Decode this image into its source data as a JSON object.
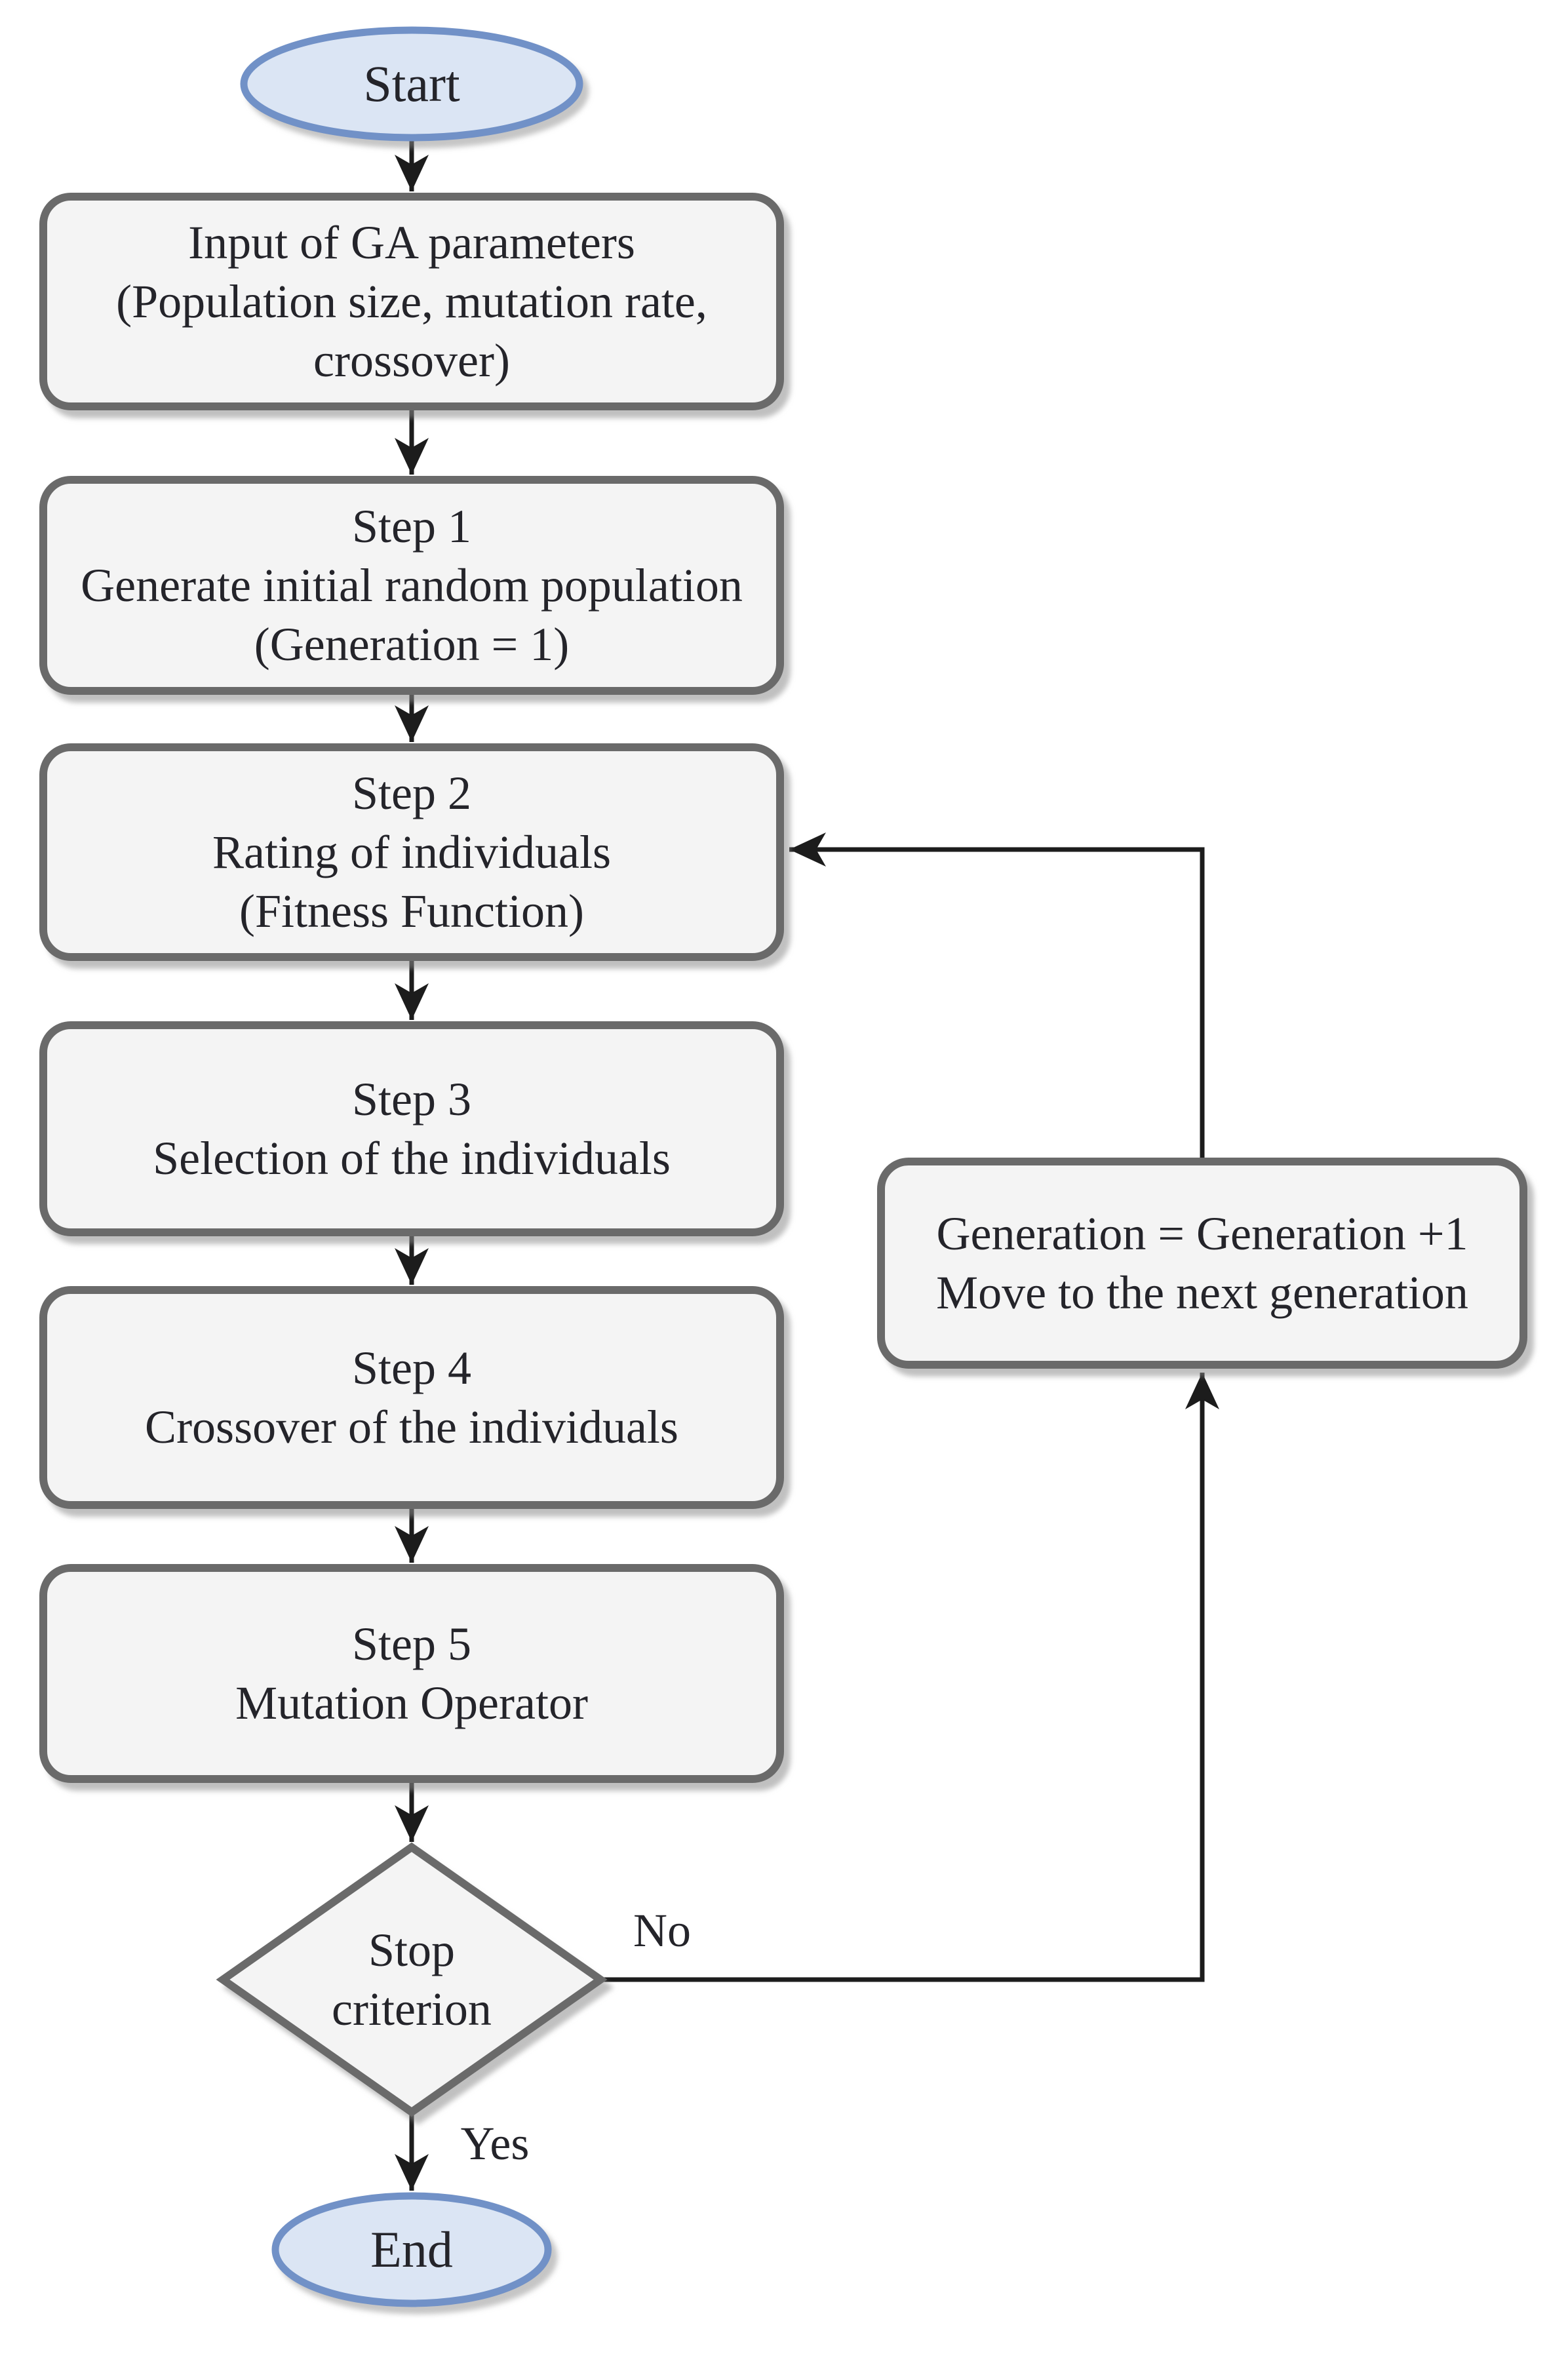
{
  "nodes": {
    "start": {
      "label": "Start"
    },
    "input": {
      "lines": [
        "Input of GA parameters",
        "(Population size, mutation rate,",
        "crossover)"
      ]
    },
    "step1": {
      "lines": [
        "Step 1",
        "Generate initial random population",
        "(Generation = 1)"
      ]
    },
    "step2": {
      "lines": [
        "Step 2",
        "Rating of  individuals",
        "(Fitness Function)"
      ]
    },
    "step3": {
      "lines": [
        "Step 3",
        "Selection of the individuals"
      ]
    },
    "step4": {
      "lines": [
        "Step 4",
        "Crossover of the individuals"
      ]
    },
    "step5": {
      "lines": [
        "Step 5",
        "Mutation Operator"
      ]
    },
    "decision": {
      "lines": [
        "Stop",
        "criterion"
      ]
    },
    "generation": {
      "lines": [
        "Generation  = Generation +1",
        "Move to the next generation"
      ]
    },
    "end": {
      "label": "End"
    }
  },
  "edges": {
    "no_label": "No",
    "yes_label": "Yes"
  },
  "colors": {
    "background": "#ffffff",
    "process_fill": "#f4f4f4",
    "process_border": "#6a6a6a",
    "terminator_fill": "#dbe5f4",
    "terminator_border": "#7191c7",
    "line": "#1c1c1c",
    "text": "#24242a"
  }
}
